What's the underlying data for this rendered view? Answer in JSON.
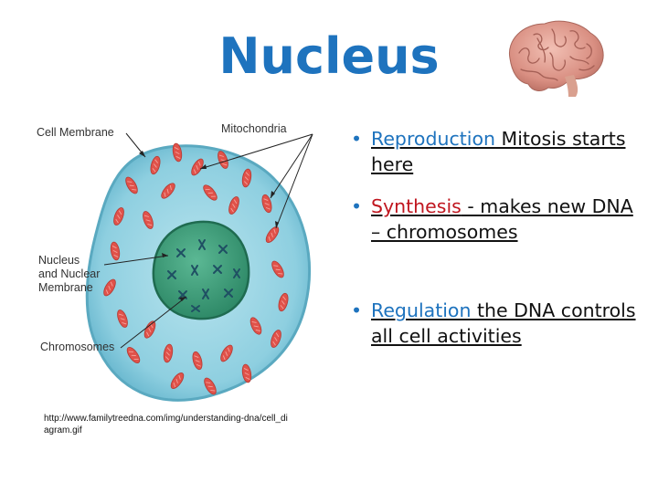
{
  "title": "Nucleus",
  "diagram": {
    "labels": {
      "cell_membrane": "Cell Membrane",
      "mitochondria": "Mitochondria",
      "nucleus_line1": "Nucleus",
      "nucleus_line2": "and Nuclear",
      "nucleus_line3": "Membrane",
      "chromosomes": "Chromosomes"
    },
    "source_url": "http://www.familytreedna.com/img/understanding-dna/cell_diagram.gif"
  },
  "bullets": [
    {
      "marker": "•",
      "keyword": "Reproduction",
      "rest": " Mitosis starts here",
      "keyword_color": "#1e73be"
    },
    {
      "marker": "•",
      "keyword": "Synthesis",
      "rest": " - makes new DNA – chromosomes",
      "keyword_color": "#c0161f"
    },
    {
      "marker": "•",
      "keyword": "Regulation",
      "rest": " the DNA controls all cell activities",
      "keyword_color": "#1e73be"
    }
  ],
  "colors": {
    "title": "#1e73be",
    "cell_fill": "#8ecfe0",
    "nucleus_fill": "#3e9e7a",
    "mitochondria": "#e0524a"
  },
  "icons": {
    "brain": "brain-icon"
  }
}
